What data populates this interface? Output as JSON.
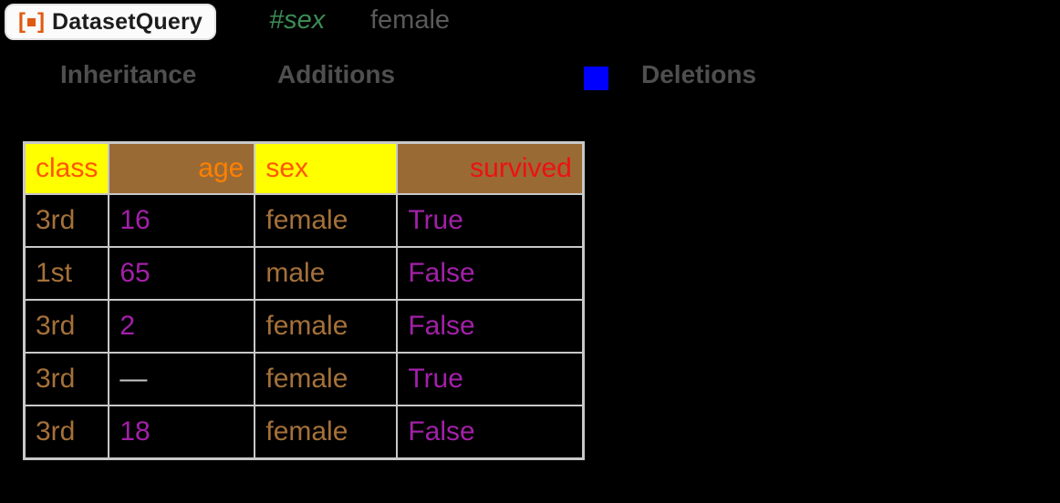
{
  "code_line": {
    "resource_function": "DatasetQuery",
    "slot_expression": "#sex",
    "string_value": "female"
  },
  "legend_line": {
    "inheritance_label": "Inheritance",
    "additions_label": "Additions",
    "deletions_label": "Deletions",
    "deletions_swatch_color": "#0000FF"
  },
  "table": {
    "headers": [
      {
        "label": "class"
      },
      {
        "label": "age"
      },
      {
        "label": "sex"
      },
      {
        "label": "survived"
      }
    ],
    "rows": [
      {
        "class": "3rd",
        "age": "16",
        "sex": "female",
        "survived": "True"
      },
      {
        "class": "1st",
        "age": "65",
        "sex": "male",
        "survived": "False"
      },
      {
        "class": "3rd",
        "age": "2",
        "sex": "female",
        "survived": "False"
      },
      {
        "class": "3rd",
        "age": "—",
        "sex": "female",
        "survived": "True"
      },
      {
        "class": "3rd",
        "age": "18",
        "sex": "female",
        "survived": "False"
      }
    ]
  },
  "colors": {
    "background": "#000000",
    "yellow_header": "#ffff00",
    "brown_header": "#9a6a35",
    "class_header_text": "#ff5500",
    "age_header_text": "#ff8000",
    "sex_header_text": "#ff5500",
    "survived_header_text": "#ee1111",
    "category_text": "#a5713a",
    "value_text": "#a220a8",
    "missing_text": "#c8c8c8",
    "grid_border": "#c8c8c8",
    "legend_text": "#4f4f4f",
    "string_text": "#5a5a5a",
    "slot_green": "#3c8c55",
    "badge_icon": "#e05a10",
    "swatch_blue": "#0000ff"
  }
}
